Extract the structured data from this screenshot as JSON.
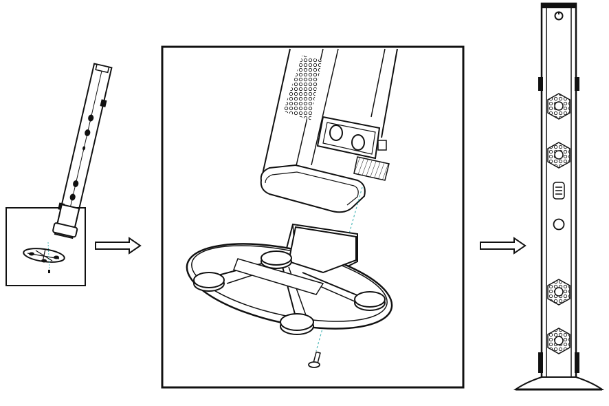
{
  "diagram": {
    "steps": [
      {
        "name": "step-1-overview",
        "description_visible": false
      },
      {
        "name": "step-2-detail",
        "description_visible": false
      },
      {
        "name": "step-3-result",
        "description_visible": false
      }
    ],
    "arrows": [
      {
        "name": "arrow-step1-to-step2",
        "icon": "hollow-right-arrow-icon"
      },
      {
        "name": "arrow-step2-to-step3",
        "icon": "hollow-right-arrow-icon"
      }
    ],
    "colors": {
      "line": "#111111",
      "background": "#ffffff",
      "guide": "#4fb9b9",
      "light_fill": "#f2f2f2"
    }
  }
}
